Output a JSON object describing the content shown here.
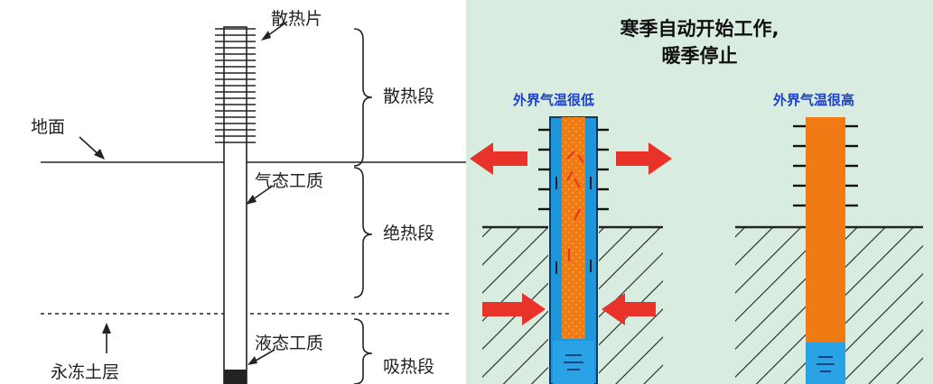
{
  "left_panel": {
    "labels": {
      "fins": "散热片",
      "ground": "地面",
      "gas_medium": "气态工质",
      "liquid_medium": "液态工质",
      "permafrost": "永冻土层",
      "section_dissipation": "散热段",
      "section_insulation": "绝热段",
      "section_absorption": "吸热段"
    }
  },
  "right_panel": {
    "title_line1": "寒季自动开始工作,",
    "title_line2": "暖季停止",
    "cold_label": "外界气温很低",
    "warm_label": "外界气温很高",
    "colors": {
      "background": "#d9ece0",
      "pipe_blue": "#1e96d8",
      "pipe_orange": "#f07a14",
      "arrow_red": "#e8322a",
      "label_blue": "#1a3fd0"
    }
  }
}
